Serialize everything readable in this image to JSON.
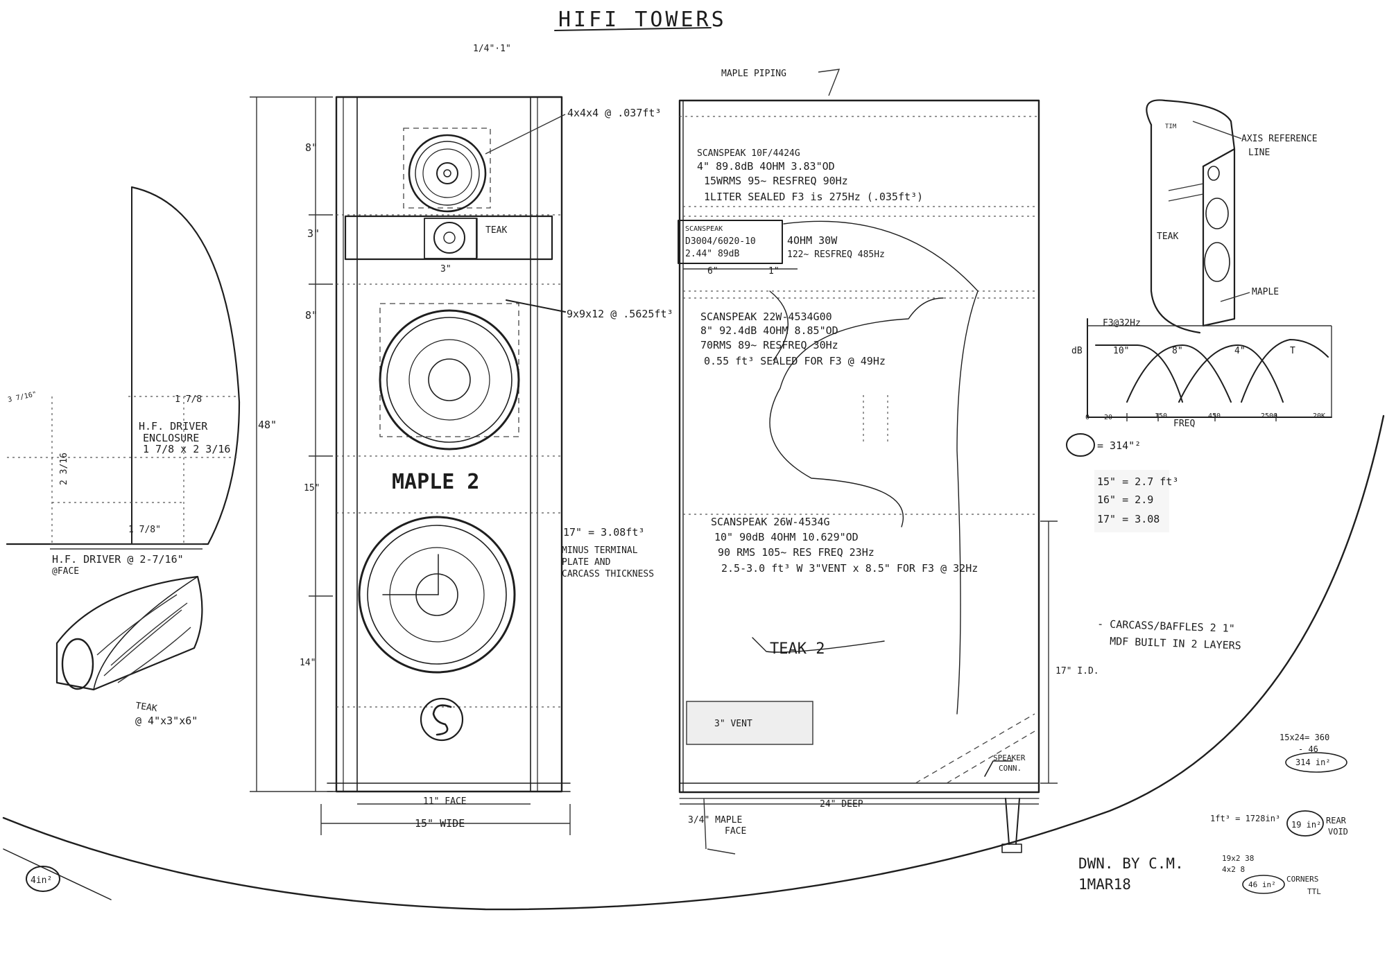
{
  "title": "HIFI TOWERS",
  "scale_note": "1/4\"·1\"",
  "front_view": {
    "dims_left": [
      "8\"",
      "3\"",
      "8\"",
      "15\"",
      "14\""
    ],
    "height": "48\"",
    "tweeter_box": "4x4x4 @ .037ft³",
    "teak_label": "TEAK",
    "mid_width": "3\"",
    "woofer_box": "9x9x12 @ .5625ft³",
    "logo": "MAPLE 2",
    "face_width": "11\" FACE",
    "total_width": "15\" WIDE"
  },
  "volume_note": [
    "17\" = 3.08ft³",
    "MINUS TERMINAL",
    "PLATE AND",
    "CARCASS THICKNESS"
  ],
  "side_view": {
    "maple_piping": "MAPLE PIPING",
    "tweeter_spec": [
      "SCANSPEAK 10F/4424G",
      "4\" 89.8dB 4OHM 3.83\"OD",
      "15WRMS 95~ RESFREQ 90Hz",
      "1LITER SEALED F3 is 275Hz (.035ft³)"
    ],
    "mid_spec_left": [
      "SCANSPEAK",
      "D3004/6020-10",
      "2.44\" 89dB"
    ],
    "mid_spec_right": [
      "4OHM 30W",
      "122~ RESFREQ 485Hz"
    ],
    "mid_width": "6\"",
    "mid_gap": "1\"",
    "woofer_spec": [
      "SCANSPEAK 22W-4534G00",
      "8\" 92.4dB 4OHM 8.85\"OD",
      "70RMS 89~ RESFREQ 30Hz",
      "0.55 ft³ SEALED FOR F3 @ 49Hz"
    ],
    "sub_spec": [
      "SCANSPEAK 26W-4534G",
      "10\" 90dB 4OHM 10.629\"OD",
      "90 RMS 105~ RES FREQ 23Hz",
      "2.5-3.0 ft³ W 3\"VENT x 8.5\" FOR F3 @ 32Hz"
    ],
    "teak_logo": "TEAK 2",
    "vent": "3\" VENT",
    "inner_height": "17\" I.D.",
    "speaker_conn": [
      "SPEAKER",
      "CONN."
    ],
    "depth": "24\" DEEP",
    "maple_face": [
      "3/4\" MAPLE",
      "FACE"
    ]
  },
  "hf_enclosure": {
    "label": [
      "H.F. DRIVER",
      "ENCLOSURE",
      "1 7/8 x 2 3/16"
    ],
    "top_dim": "1 7/8",
    "side_dim": "2 3/16",
    "bottom_dim": "1 7/8\"",
    "corner_note": "3 7/16\"",
    "driver_pos": [
      "H.F. DRIVER @ 2-7/16\"",
      "@FACE"
    ],
    "teak_block": [
      "TEAK",
      "@ 4\"x3\"x6\""
    ]
  },
  "perspective": {
    "axis_ref": [
      "AXIS REFERENCE",
      "LINE"
    ],
    "teak": "TEAK",
    "maple": "MAPLE",
    "top_mark": "TIM"
  },
  "freq_chart": {
    "crossover_note": "F3@32Hz",
    "y_label": "dB",
    "bands": [
      "10\"",
      "8\"",
      "4\"",
      "T"
    ],
    "x_ticks": [
      "0",
      "20",
      "150",
      "450",
      "2500",
      "20K"
    ],
    "x_label": "FREQ"
  },
  "area_note": "= 314\"²",
  "volume_table": [
    "15\" = 2.7 ft³",
    "16\" = 2.9",
    "17\" = 3.08"
  ],
  "construction_note": [
    "- CARCASS/BAFFLES 2 1\"",
    "MDF BUILT IN 2 LAYERS"
  ],
  "calc_area": [
    "15x24= 360",
    "- 46",
    "314 in²"
  ],
  "calc_vol": "1ft³ = 1728in³",
  "rear_void": [
    "19 in²",
    "REAR",
    "VOID"
  ],
  "calc_corners": [
    "19x2 38",
    "4x2 8",
    "46 in²",
    "CORNERS",
    "TTL"
  ],
  "drawn_by": [
    "DWN. BY C.M.",
    "1MAR18"
  ],
  "corner_area": "4in²"
}
